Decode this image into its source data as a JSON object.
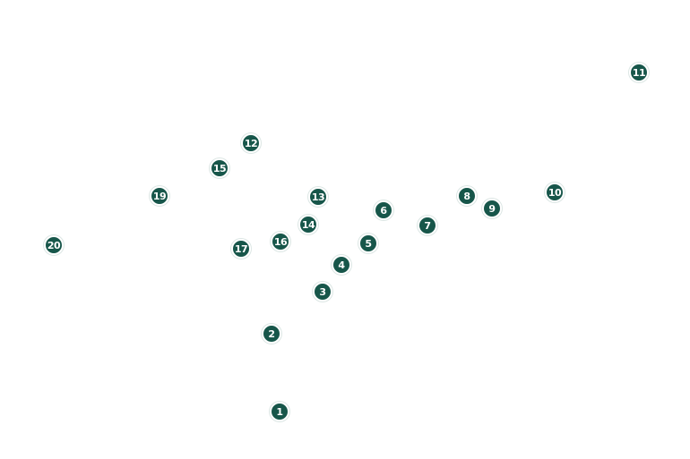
{
  "map": {
    "marker_color": "#17564a",
    "marker_text_color": "#ffffff",
    "markers": [
      {
        "label": "1"
      },
      {
        "label": "2"
      },
      {
        "label": "3"
      },
      {
        "label": "4"
      },
      {
        "label": "5"
      },
      {
        "label": "6"
      },
      {
        "label": "7"
      },
      {
        "label": "8"
      },
      {
        "label": "9"
      },
      {
        "label": "10"
      },
      {
        "label": "11"
      },
      {
        "label": "12"
      },
      {
        "label": "13"
      },
      {
        "label": "14"
      },
      {
        "label": "15"
      },
      {
        "label": "16"
      },
      {
        "label": "17"
      },
      {
        "label": "19"
      },
      {
        "label": "20"
      }
    ]
  }
}
